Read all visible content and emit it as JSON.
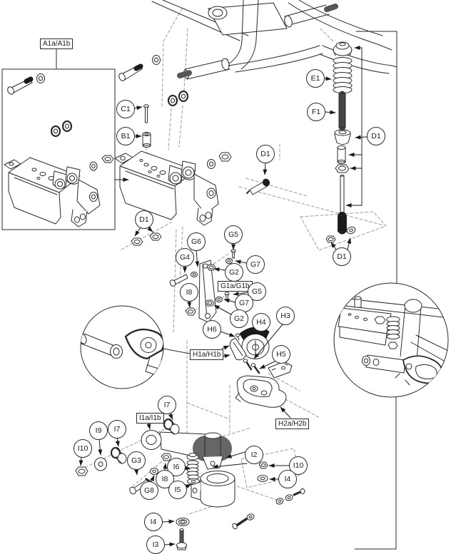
{
  "diagram": {
    "kind": "exploded-parts-diagram",
    "colors": {
      "line": "#2a2a2a",
      "dashed": "#9a9a9a",
      "background": "#ffffff"
    }
  },
  "boxed_labels": [
    {
      "label": "A1a/A1b"
    },
    {
      "label": "G1a/G1b"
    },
    {
      "label": "H1a/H1b"
    },
    {
      "label": "H2a/H2b"
    },
    {
      "label": "I1a/I1b"
    }
  ],
  "callouts": [
    {
      "label": "C1"
    },
    {
      "label": "B1"
    },
    {
      "label": "D1"
    },
    {
      "label": "D1"
    },
    {
      "label": "E1"
    },
    {
      "label": "F1"
    },
    {
      "label": "D1"
    },
    {
      "label": "D1"
    },
    {
      "label": "G6"
    },
    {
      "label": "G5"
    },
    {
      "label": "G4"
    },
    {
      "label": "G7"
    },
    {
      "label": "G2"
    },
    {
      "label": "I8"
    },
    {
      "label": "G5"
    },
    {
      "label": "G7"
    },
    {
      "label": "G2"
    },
    {
      "label": "H6"
    },
    {
      "label": "H4"
    },
    {
      "label": "H3"
    },
    {
      "label": "H5"
    },
    {
      "label": "I7"
    },
    {
      "label": "I9"
    },
    {
      "label": "I7"
    },
    {
      "label": "I10"
    },
    {
      "label": "G3"
    },
    {
      "label": "I6"
    },
    {
      "label": "I8"
    },
    {
      "label": "G8"
    },
    {
      "label": "I5"
    },
    {
      "label": "I2"
    },
    {
      "label": "I10"
    },
    {
      "label": "I4"
    },
    {
      "label": "I4"
    },
    {
      "label": "I3"
    }
  ]
}
